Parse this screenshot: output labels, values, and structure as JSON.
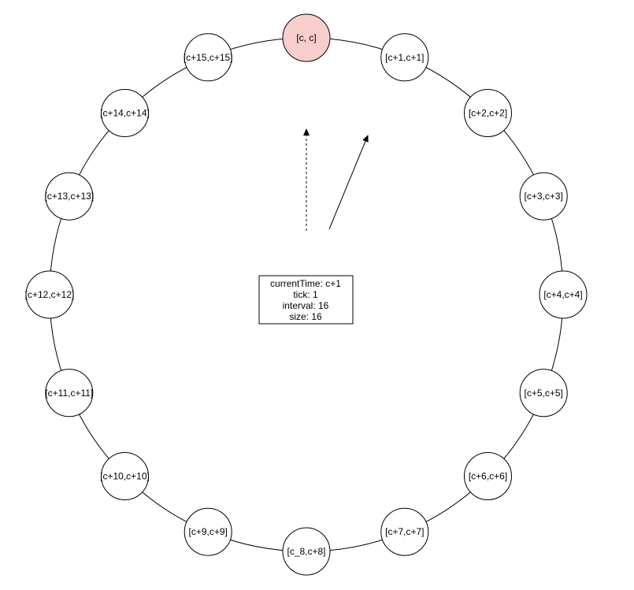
{
  "diagram": {
    "slots": [
      {
        "label": "[c, c]",
        "highlighted": true
      },
      {
        "label": "[c+1,c+1]",
        "highlighted": false
      },
      {
        "label": "[c+2,c+2]",
        "highlighted": false
      },
      {
        "label": "[c+3,c+3]",
        "highlighted": false
      },
      {
        "label": "[c+4,c+4]",
        "highlighted": false
      },
      {
        "label": "[c+5,c+5]",
        "highlighted": false
      },
      {
        "label": "[c+6,c+6]",
        "highlighted": false
      },
      {
        "label": "[c+7,c+7]",
        "highlighted": false
      },
      {
        "label": "[c_8,c+8]",
        "highlighted": false
      },
      {
        "label": "[c+9,c+9]",
        "highlighted": false
      },
      {
        "label": "[c+10,c+10]",
        "highlighted": false
      },
      {
        "label": "[c+11,c+11]",
        "highlighted": false
      },
      {
        "label": "[c+12,c+12]",
        "highlighted": false
      },
      {
        "label": "[c+13,c+13]",
        "highlighted": false
      },
      {
        "label": "[c+14,c+14]",
        "highlighted": false
      },
      {
        "label": "[c+15,c+15]",
        "highlighted": false
      }
    ],
    "info_box": {
      "current_time": "currentTime: c+1",
      "tick": "tick: 1",
      "interval": "interval: 16",
      "size": "size: 16"
    },
    "colors": {
      "highlight_fill": "#f8cecc",
      "node_fill": "#ffffff",
      "stroke": "#000000"
    }
  }
}
